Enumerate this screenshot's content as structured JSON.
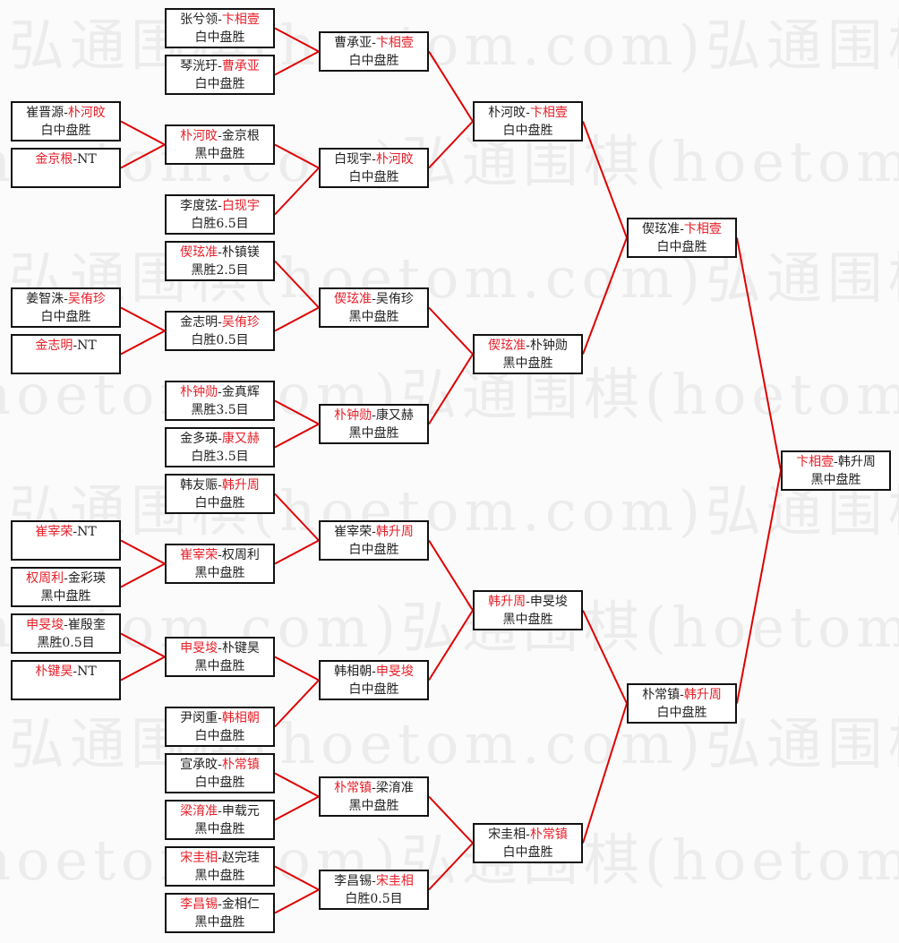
{
  "watermark": "弘通围棋(hoetom.com)",
  "separator": "-",
  "line_color": "#e00000",
  "winner_color": "#e8202a",
  "matches": [
    {
      "p1": "张兮领",
      "p2": "卞相壹",
      "winner": 2,
      "result": "白中盘胜"
    },
    {
      "p1": "琴洸玗",
      "p2": "曹承亚",
      "winner": 2,
      "result": "白中盘胜"
    },
    {
      "p1": "朴河旼",
      "p2": "金京根",
      "winner": 1,
      "result": "黑中盘胜"
    },
    {
      "p1": "李度弦",
      "p2": "白现宇",
      "winner": 2,
      "result": "白胜6.5目"
    },
    {
      "p1": "偰玹准",
      "p2": "朴镇镁",
      "winner": 1,
      "result": "黑胜2.5目"
    },
    {
      "p1": "金志明",
      "p2": "吴侑珍",
      "winner": 2,
      "result": "白胜0.5目"
    },
    {
      "p1": "朴钟勋",
      "p2": "金真辉",
      "winner": 1,
      "result": "黑胜3.5目"
    },
    {
      "p1": "金多瑛",
      "p2": "康又赫",
      "winner": 2,
      "result": "白胜3.5目"
    },
    {
      "p1": "韩友赈",
      "p2": "韩升周",
      "winner": 2,
      "result": "白中盘胜"
    },
    {
      "p1": "崔宰荣",
      "p2": "权周利",
      "winner": 1,
      "result": "黑中盘胜"
    },
    {
      "p1": "申旻埈",
      "p2": "朴键昊",
      "winner": 1,
      "result": "黑中盘胜"
    },
    {
      "p1": "尹闵重",
      "p2": "韩相朝",
      "winner": 2,
      "result": "白中盘胜"
    },
    {
      "p1": "宣承旼",
      "p2": "朴常镇",
      "winner": 2,
      "result": "白中盘胜"
    },
    {
      "p1": "梁淯准",
      "p2": "申载元",
      "winner": 1,
      "result": "黑中盘胜"
    },
    {
      "p1": "宋圭相",
      "p2": "赵完珪",
      "winner": 1,
      "result": "黑中盘胜"
    },
    {
      "p1": "李昌锡",
      "p2": "金相仁",
      "winner": 1,
      "result": "黑中盘胜"
    },
    {
      "p1": "崔晋源",
      "p2": "朴河旼",
      "winner": 2,
      "result": "白中盘胜"
    },
    {
      "p1": "金京根",
      "p2": "NT",
      "winner": 1,
      "result": ""
    },
    {
      "p1": "姜智洙",
      "p2": "吴侑珍",
      "winner": 2,
      "result": "白中盘胜"
    },
    {
      "p1": "金志明",
      "p2": "NT",
      "winner": 1,
      "result": ""
    },
    {
      "p1": "崔宰荣",
      "p2": "NT",
      "winner": 1,
      "result": ""
    },
    {
      "p1": "权周利",
      "p2": "金彩瑛",
      "winner": 1,
      "result": "黑中盘胜"
    },
    {
      "p1": "申旻埈",
      "p2": "崔殷奎",
      "winner": 1,
      "result": "黑胜0.5目"
    },
    {
      "p1": "朴键昊",
      "p2": "NT",
      "winner": 1,
      "result": ""
    },
    {
      "p1": "曹承亚",
      "p2": "卞相壹",
      "winner": 2,
      "result": "白中盘胜"
    },
    {
      "p1": "白现宇",
      "p2": "朴河旼",
      "winner": 2,
      "result": "白中盘胜"
    },
    {
      "p1": "偰玹准",
      "p2": "吴侑珍",
      "winner": 1,
      "result": "黑中盘胜"
    },
    {
      "p1": "朴钟勋",
      "p2": "康又赫",
      "winner": 1,
      "result": "黑中盘胜"
    },
    {
      "p1": "崔宰荣",
      "p2": "韩升周",
      "winner": 2,
      "result": "白中盘胜"
    },
    {
      "p1": "韩相朝",
      "p2": "申旻埈",
      "winner": 2,
      "result": "白中盘胜"
    },
    {
      "p1": "朴常镇",
      "p2": "梁淯准",
      "winner": 1,
      "result": "黑中盘胜"
    },
    {
      "p1": "李昌锡",
      "p2": "宋圭相",
      "winner": 2,
      "result": "白胜0.5目"
    },
    {
      "p1": "朴河旼",
      "p2": "卞相壹",
      "winner": 2,
      "result": "白中盘胜"
    },
    {
      "p1": "偰玹准",
      "p2": "朴钟勋",
      "winner": 1,
      "result": "黑中盘胜"
    },
    {
      "p1": "韩升周",
      "p2": "申旻埈",
      "winner": 1,
      "result": "黑中盘胜"
    },
    {
      "p1": "宋圭相",
      "p2": "朴常镇",
      "winner": 2,
      "result": "白中盘胜"
    },
    {
      "p1": "偰玹准",
      "p2": "卞相壹",
      "winner": 2,
      "result": "白中盘胜"
    },
    {
      "p1": "朴常镇",
      "p2": "韩升周",
      "winner": 2,
      "result": "白中盘胜"
    },
    {
      "p1": "卞相壹",
      "p2": "韩升周",
      "winner": 1,
      "result": "黑中盘胜"
    }
  ]
}
